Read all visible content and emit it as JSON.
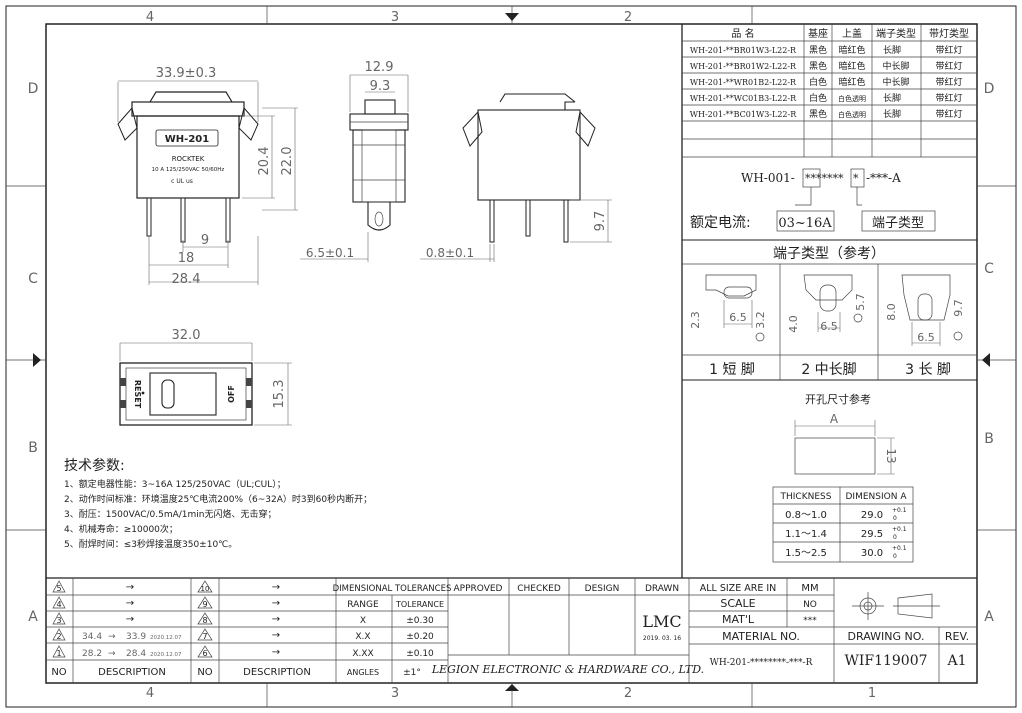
{
  "zones": {
    "top": [
      "4",
      "3",
      "2"
    ],
    "bottom": [
      "4",
      "3",
      "2",
      "1"
    ],
    "left": [
      "D",
      "C",
      "B",
      "A"
    ],
    "right": [
      "D",
      "C",
      "B",
      "A"
    ]
  },
  "front_view": {
    "dim_width": "33.9±0.3",
    "dim_height_body": "20.4",
    "dim_height_total": "22.0",
    "dim_pin1": "9",
    "dim_pin2": "18",
    "dim_pins_total": "28.4",
    "label_model": "WH-201",
    "label_brand": "ROCKTEK",
    "label_rating": "10 A  125/250VAC 50/60Hz",
    "label_mark": "c UL us"
  },
  "side_view": {
    "dim_top": "12.9",
    "dim_inner": "9.3",
    "dim_pin_offset": "6.5±0.1"
  },
  "end_view": {
    "dim_pin_length": "9.7",
    "dim_thickness": "0.8±0.1"
  },
  "top_view": {
    "dim_width": "32.0",
    "dim_height": "15.3",
    "label_left": "RESET",
    "label_right": "OFF"
  },
  "tech": {
    "heading": "技术参数:",
    "items": [
      "1、额定电器性能：3~16A 125/250VAC（UL;CUL）；",
      "2、动作时间标准：环境温度25℃电流200%（6~32A）时3到60秒内断开；",
      "3、耐压：1500VAC/0.5mA/1min无闪烙、无击穿；",
      "4、机械寿命：≥10000次；",
      "5、耐焊时间：≤3秒焊接温度350±10℃。"
    ]
  },
  "model_table": {
    "headers": [
      "品  名",
      "基座",
      "上盖",
      "端子类型",
      "带灯类型"
    ],
    "rows": [
      [
        "WH-201-**BR01W3-L22-R",
        "黑色",
        "暗红色",
        "长脚",
        "带红灯"
      ],
      [
        "WH-201-**BR01W2-L22-R",
        "黑色",
        "暗红色",
        "中长脚",
        "带红灯"
      ],
      [
        "WH-201-**WR01B2-L22-R",
        "白色",
        "暗红色",
        "中长脚",
        "带红灯"
      ],
      [
        "WH-201-**WC01B3-L22-R",
        "白色",
        "白色透明",
        "长脚",
        "带红灯"
      ],
      [
        "WH-201-**BC01W3-L22-R",
        "黑色",
        "白色透明",
        "长脚",
        "带红灯"
      ]
    ]
  },
  "part_code": {
    "prefix": "WH-001-",
    "box1": "*******",
    "box2": "*",
    "suffix": "-***-A",
    "current_label": "额定电流:",
    "current_value": "03~16A",
    "terminal_label": "端子类型"
  },
  "terminal_types": {
    "title": "端子类型（参考）",
    "items": [
      {
        "label": "1 短 脚",
        "dims": [
          "2.3",
          "6.5",
          "3.2"
        ]
      },
      {
        "label": "2 中长脚",
        "dims": [
          "4.0",
          "6.5",
          "5.7"
        ]
      },
      {
        "label": "3 长 脚",
        "dims": [
          "8.0",
          "6.5",
          "9.7"
        ]
      }
    ]
  },
  "cutout": {
    "title": "开孔尺寸参考",
    "dim_a": "A",
    "dim_h": "13",
    "table_headers": [
      "THICKNESS",
      "DIMENSION A"
    ],
    "rows": [
      [
        "0.8～1.0",
        "29.0",
        "+0.1",
        "0"
      ],
      [
        "1.1～1.4",
        "29.5",
        "+0.1",
        "0"
      ],
      [
        "1.5～2.5",
        "30.0",
        "+0.1",
        "0"
      ]
    ]
  },
  "revisions": {
    "left": [
      {
        "no": "5",
        "desc": "→"
      },
      {
        "no": "4",
        "desc": "→"
      },
      {
        "no": "3",
        "desc": "→"
      },
      {
        "no": "2",
        "from": "34.4",
        "to": "33.9",
        "date": "2020.12.07"
      },
      {
        "no": "1",
        "from": "28.2",
        "to": "28.4",
        "date": "2020.12.07"
      }
    ],
    "right": [
      {
        "no": "10",
        "desc": "→"
      },
      {
        "no": "9",
        "desc": "→"
      },
      {
        "no": "8",
        "desc": "→"
      },
      {
        "no": "7",
        "desc": "→"
      },
      {
        "no": "6",
        "desc": "→"
      }
    ],
    "col_no": "NO",
    "col_desc": "DESCRIPTION"
  },
  "tolerances": {
    "title": "DIMENSIONAL TOLERANCES",
    "col_range": "RANGE",
    "col_tol": "TOLERANCE",
    "rows": [
      [
        "X",
        "±0.30"
      ],
      [
        "X.X",
        "±0.20"
      ],
      [
        "X.XX",
        "±0.10"
      ],
      [
        "ANGLES",
        "±1°"
      ]
    ]
  },
  "approval": {
    "approved": "APPROVED",
    "checked": "CHECKED",
    "design": "DESIGN",
    "drawn": "DRAWN",
    "drawn_by": "LMC",
    "drawn_date": "2019. 03. 16",
    "company": "LEGION ELECTRONIC & HARDWARE CO., LTD."
  },
  "title_block": {
    "all_size": "ALL SIZE ARE IN",
    "unit": "MM",
    "scale_label": "SCALE",
    "scale_value": "NO",
    "mat_label": "MAT'L",
    "mat_value": "***",
    "material_no_label": "MATERIAL NO.",
    "material_no": "WH-201-********-***-R",
    "drawing_no_label": "DRAWING NO.",
    "drawing_no": "WIF119007",
    "rev_label": "REV.",
    "rev": "A1"
  }
}
